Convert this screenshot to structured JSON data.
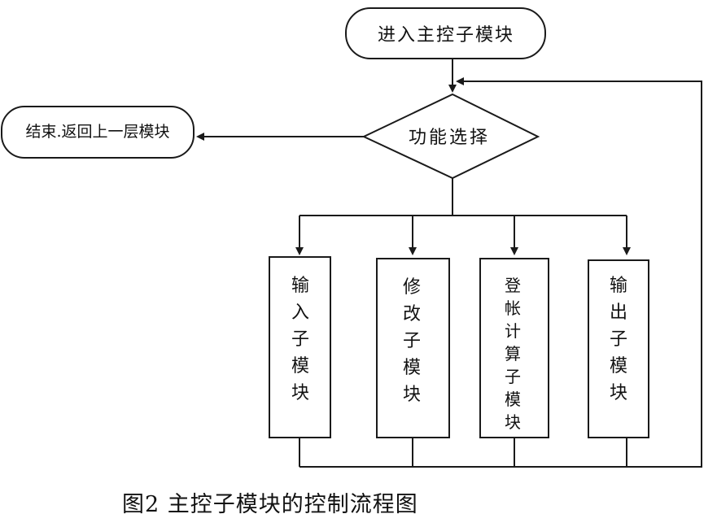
{
  "diagram": {
    "start": "进入主控子模块",
    "end": "结束.返回上一层模块",
    "decision": "功能选择",
    "modules": [
      {
        "label": "输入子模块"
      },
      {
        "label": "修改子模块"
      },
      {
        "label": "登帐计算子模块"
      },
      {
        "label": "输出子模块"
      }
    ]
  },
  "caption": "图2  主控子模块的控制流程图"
}
